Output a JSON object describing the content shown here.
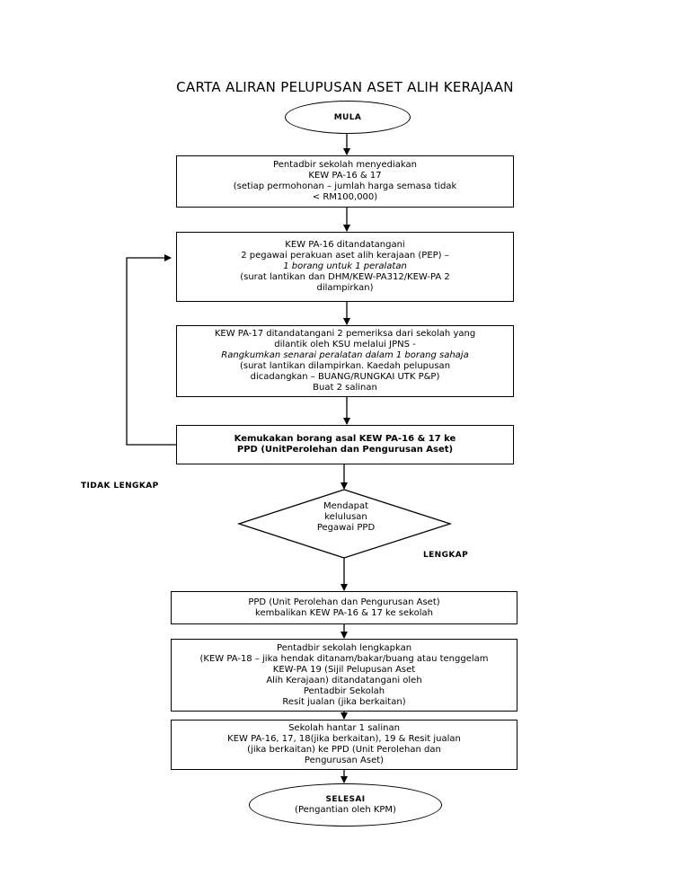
{
  "title": "CARTA ALIRAN PELUPUSAN ASET ALIH KERAJAAN",
  "start": "MULA",
  "step1": {
    "lines": [
      "Pentadbir sekolah menyediakan",
      "KEW PA-16 & 17",
      "(setiap permohonan – jumlah harga semasa tidak",
      "< RM100,000)"
    ]
  },
  "step2": {
    "lines": [
      "KEW PA-16 ditandatangani",
      "2 pegawai perakuan aset alih kerajaan (PEP) –"
    ],
    "italic": "1 borang untuk 1 peralatan",
    "lines_after": [
      "(surat lantikan dan DHM/KEW-PA312/KEW-PA 2",
      "dilampirkan)"
    ]
  },
  "step3": {
    "lines": [
      "KEW PA-17 ditandatangani 2 pemeriksa dari sekolah yang",
      "dilantik oleh KSU melalui JPNS -"
    ],
    "italic": "Rangkumkan senarai peralatan dalam 1 borang sahaja",
    "lines_after": [
      "(surat lantikan dilampirkan. Kaedah pelupusan",
      "dicadangkan – BUANG/RUNGKAI UTK P&P)",
      "Buat 2 salinan"
    ]
  },
  "step4": {
    "lines": [
      "Kemukakan borang asal KEW PA-16 & 17 ke",
      "PPD (UnitPerolehan dan Pengurusan Aset)"
    ]
  },
  "decision": {
    "lines": [
      "Mendapat",
      "kelulusan",
      "Pegawai PPD"
    ]
  },
  "label_incomplete": "TIDAK LENGKAP",
  "label_complete": "LENGKAP",
  "step5": {
    "lines": [
      "PPD (Unit Perolehan dan Pengurusan Aset)",
      "kembalikan KEW PA-16 & 17 ke sekolah"
    ]
  },
  "step6": {
    "lines": [
      "Pentadbir sekolah lengkapkan",
      " (KEW PA-18 – jika hendak ditanam/bakar/buang atau tenggelam",
      " KEW-PA 19 (Sijil Pelupusan Aset",
      "Alih Kerajaan) ditandatangani oleh",
      "Pentadbir Sekolah",
      " Resit jualan (jika berkaitan)"
    ]
  },
  "step7": {
    "lines": [
      "Sekolah hantar 1 salinan",
      "KEW PA-16, 17, 18(jika berkaitan), 19 & Resit jualan",
      "(jika berkaitan) ke PPD (Unit Perolehan dan",
      "Pengurusan Aset)"
    ]
  },
  "end": {
    "title": "SELESAI",
    "subtitle": "(Pengantian oleh KPM)"
  }
}
